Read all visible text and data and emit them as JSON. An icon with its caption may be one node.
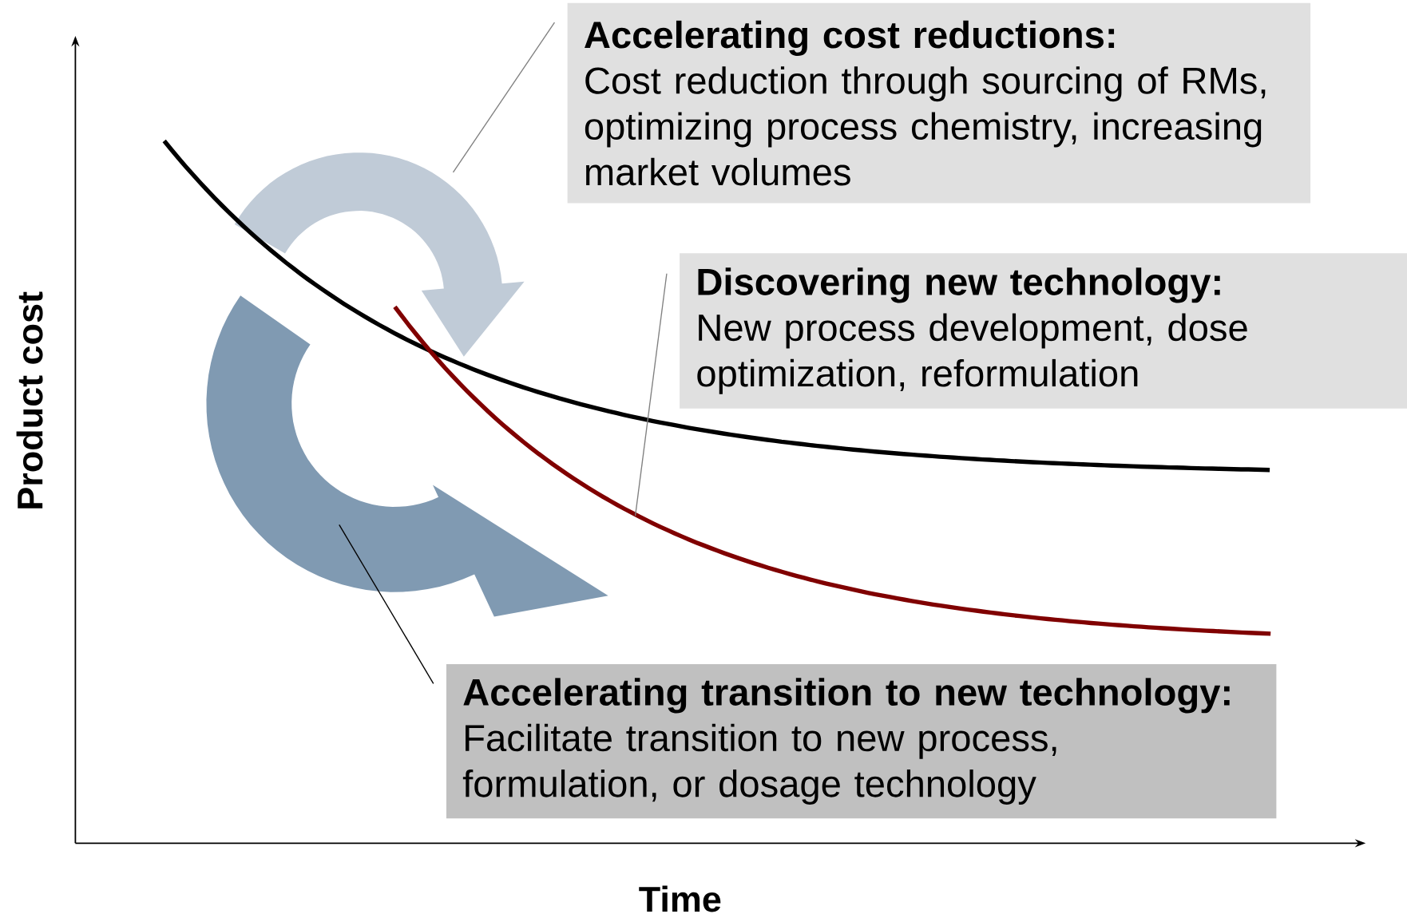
{
  "diagram": {
    "nodes": [
      {
        "text": [
          "Accelerating cost reductions:",
          "Cost reduction through sourcing of RMs, optimizing process chemistry, increasing market volumes"
        ]
      },
      {
        "text": [
          "Discovering new technology:",
          "New process development, dose optimization, reformulation"
        ]
      },
      {
        "text": [
          "Accelerating transition to new technology:",
          "Facilitate transition to new process, formulation, or dosage technology"
        ]
      }
    ],
    "edges": [
      {
        "from": 0,
        "to": null,
        "arrow": "none"
      },
      {
        "from": 1,
        "to": null,
        "arrow": "none"
      },
      {
        "from": 2,
        "to": null,
        "arrow": "none",
        "color": "#000000"
      }
    ],
    "labels": [
      "Product cost",
      "Time"
    ]
  }
}
